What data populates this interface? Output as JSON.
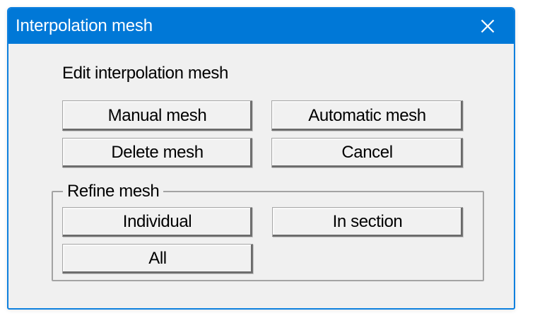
{
  "titlebar": {
    "title": "Interpolation mesh",
    "close_icon": "✕"
  },
  "body": {
    "section_label": "Edit interpolation mesh",
    "buttons": [
      {
        "label": "Manual mesh"
      },
      {
        "label": "Automatic mesh"
      },
      {
        "label": "Delete mesh"
      },
      {
        "label": "Cancel"
      }
    ],
    "refine_group": {
      "label": "Refine mesh",
      "buttons": [
        {
          "label": "Individual"
        },
        {
          "label": "In section"
        },
        {
          "label": "All"
        }
      ]
    }
  },
  "colors": {
    "titlebar_blue": "#0078d7",
    "dialog_border_blue": "#0e80de",
    "dialog_bg": "#f0f0f0",
    "button_face": "#f1f1f1",
    "button_bevel_shadow": "#6a6a6a",
    "group_border": "#a3a3a3",
    "text": "#000000",
    "title_text": "#ffffff"
  }
}
